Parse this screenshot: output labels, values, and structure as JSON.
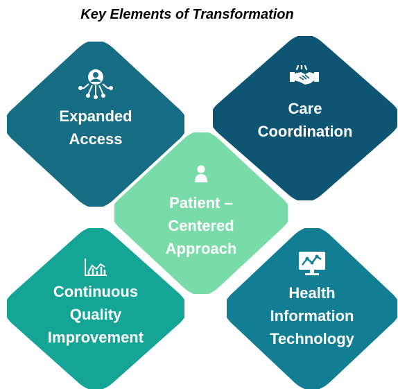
{
  "title": "Key Elements of Transformation",
  "elements": {
    "expanded_access": {
      "lines": [
        "Expanded",
        "Access"
      ],
      "color": "#176d84",
      "icon": "network-person-icon"
    },
    "care_coordination": {
      "lines": [
        "Care",
        "Coordination"
      ],
      "color": "#0d5573",
      "icon": "handshake-icon"
    },
    "patient_centered": {
      "lines": [
        "Patient –",
        "Centered",
        "Approach"
      ],
      "color": "#79dba9",
      "icon": "person-icon"
    },
    "quality_improvement": {
      "lines": [
        "Continuous",
        "Quality",
        "Improvement"
      ],
      "color": "#14a597",
      "icon": "line-chart-icon"
    },
    "health_it": {
      "lines": [
        "Health",
        "Information",
        "Technology"
      ],
      "color": "#127e94",
      "icon": "monitor-chart-icon"
    }
  }
}
